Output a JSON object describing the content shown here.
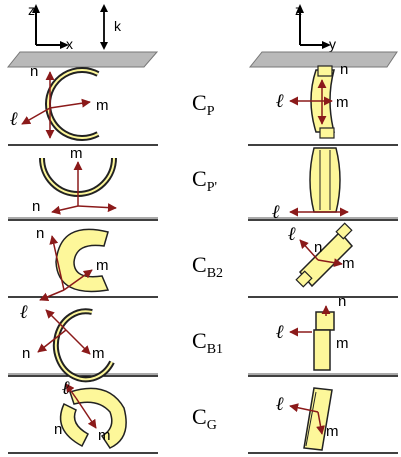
{
  "axes_left": {
    "up": "z",
    "right": "x"
  },
  "axes_right": {
    "up": "z",
    "right": "y"
  },
  "k_label": "k",
  "vector_labels": {
    "n": "n",
    "m": "m",
    "l": "ℓ"
  },
  "rows": [
    {
      "base": "C",
      "sub": "P"
    },
    {
      "base": "C",
      "sub": "P'"
    },
    {
      "base": "C",
      "sub": "B2"
    },
    {
      "base": "C",
      "sub": "B1"
    },
    {
      "base": "C",
      "sub": "G"
    }
  ],
  "colors": {
    "ring_fill": "#fdf79a",
    "ring_stroke": "#222222",
    "vector": "#8b1a1a",
    "plate": "#b8b8b8"
  }
}
